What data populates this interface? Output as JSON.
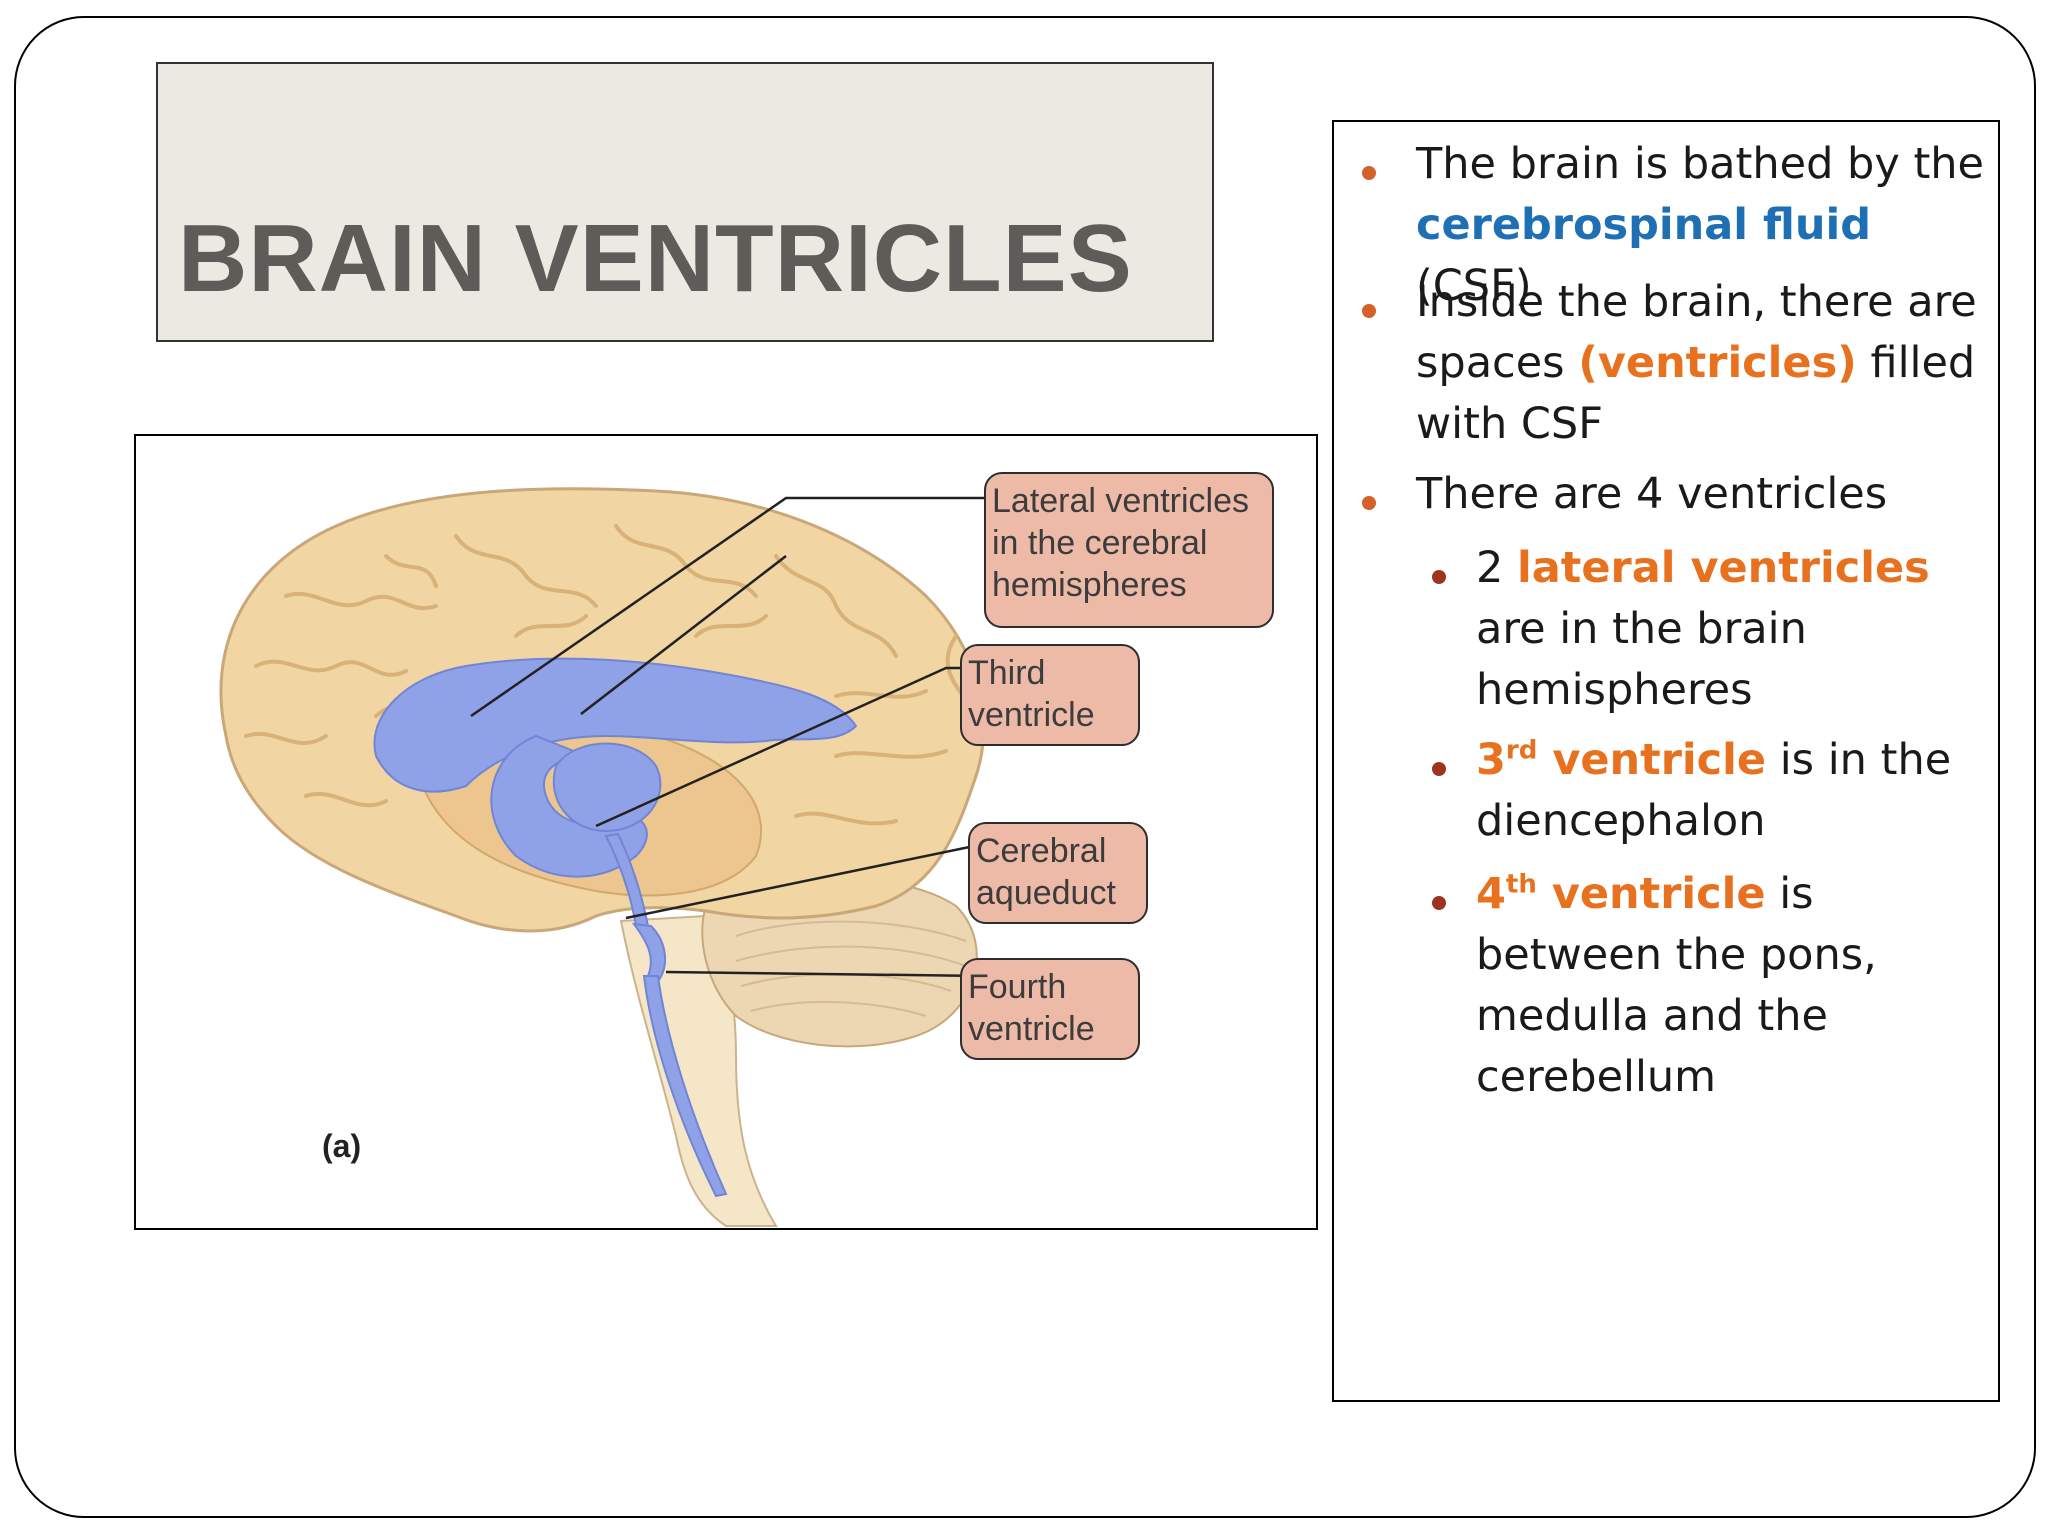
{
  "title": "BRAIN VENTRICLES",
  "figure": {
    "callouts": {
      "lateral": [
        "Lateral ventricles",
        "in the cerebral",
        "hemispheres"
      ],
      "third": [
        "Third",
        "ventricle"
      ],
      "aqueduct": [
        "Cerebral",
        "aqueduct"
      ],
      "fourth": [
        "Fourth",
        "ventricle"
      ]
    },
    "panel_label": "(a)"
  },
  "bullets": {
    "b1": {
      "pre": "The brain is bathed by the ",
      "highlight": "cerebrospinal fluid",
      "post": " (CSF)"
    },
    "b2": {
      "pre": "Inside the brain, there are spaces ",
      "highlight": "(ventricles)",
      "post": " filled with CSF"
    },
    "b3": {
      "text": "There are 4 ventricles"
    },
    "sub1": {
      "pre": " 2 ",
      "highlight": "lateral ventricles",
      "post": " are in the brain hemispheres"
    },
    "sub2": {
      "num": "3",
      "sup": "rd",
      "highlight": " ventricle",
      "post": " is in the diencephalon"
    },
    "sub3": {
      "num": "4",
      "sup": "th",
      "highlight": " ventricle",
      "post": " is between the pons, medulla and the cerebellum"
    }
  },
  "colors": {
    "title_text": "#5e5b58",
    "title_bg": "#ece9e2",
    "bullet": "#d4602a",
    "sub_bullet": "#9b3421",
    "blue_highlight": "#1f6fb5",
    "orange_highlight": "#e8711f",
    "callout_bg": "#eebaa8",
    "brain": "#f1d5a3",
    "ventricle": "#8fa2e8"
  }
}
